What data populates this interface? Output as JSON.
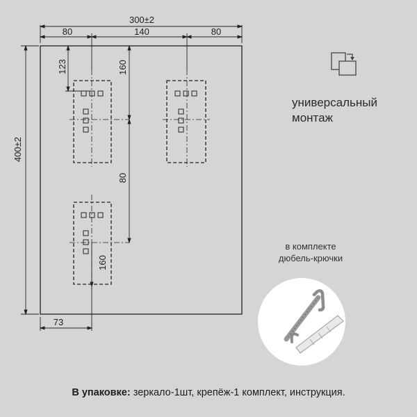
{
  "dimensions": {
    "width_total": "300±2",
    "height_total": "400±2",
    "left_offset": "80",
    "center_gap": "140",
    "right_offset": "80",
    "top_offset": "123",
    "bracket_height_top_left": "160",
    "middle_gap": "80",
    "bracket_height_bottom": "160",
    "bottom_left_offset": "73"
  },
  "mounting": {
    "title_line1": "универсальный",
    "title_line2": "монтаж",
    "icon": "swap-icon"
  },
  "kit": {
    "line1": "в комплекте",
    "line2": "дюбель-крючки",
    "icon": "dowel-hook-icon"
  },
  "package": {
    "label": "В упаковке:",
    "text": " зеркало-1шт, крепёж-1 комплект, инструкция."
  },
  "colors": {
    "background": "#d4d5d6",
    "line": "#222222"
  }
}
